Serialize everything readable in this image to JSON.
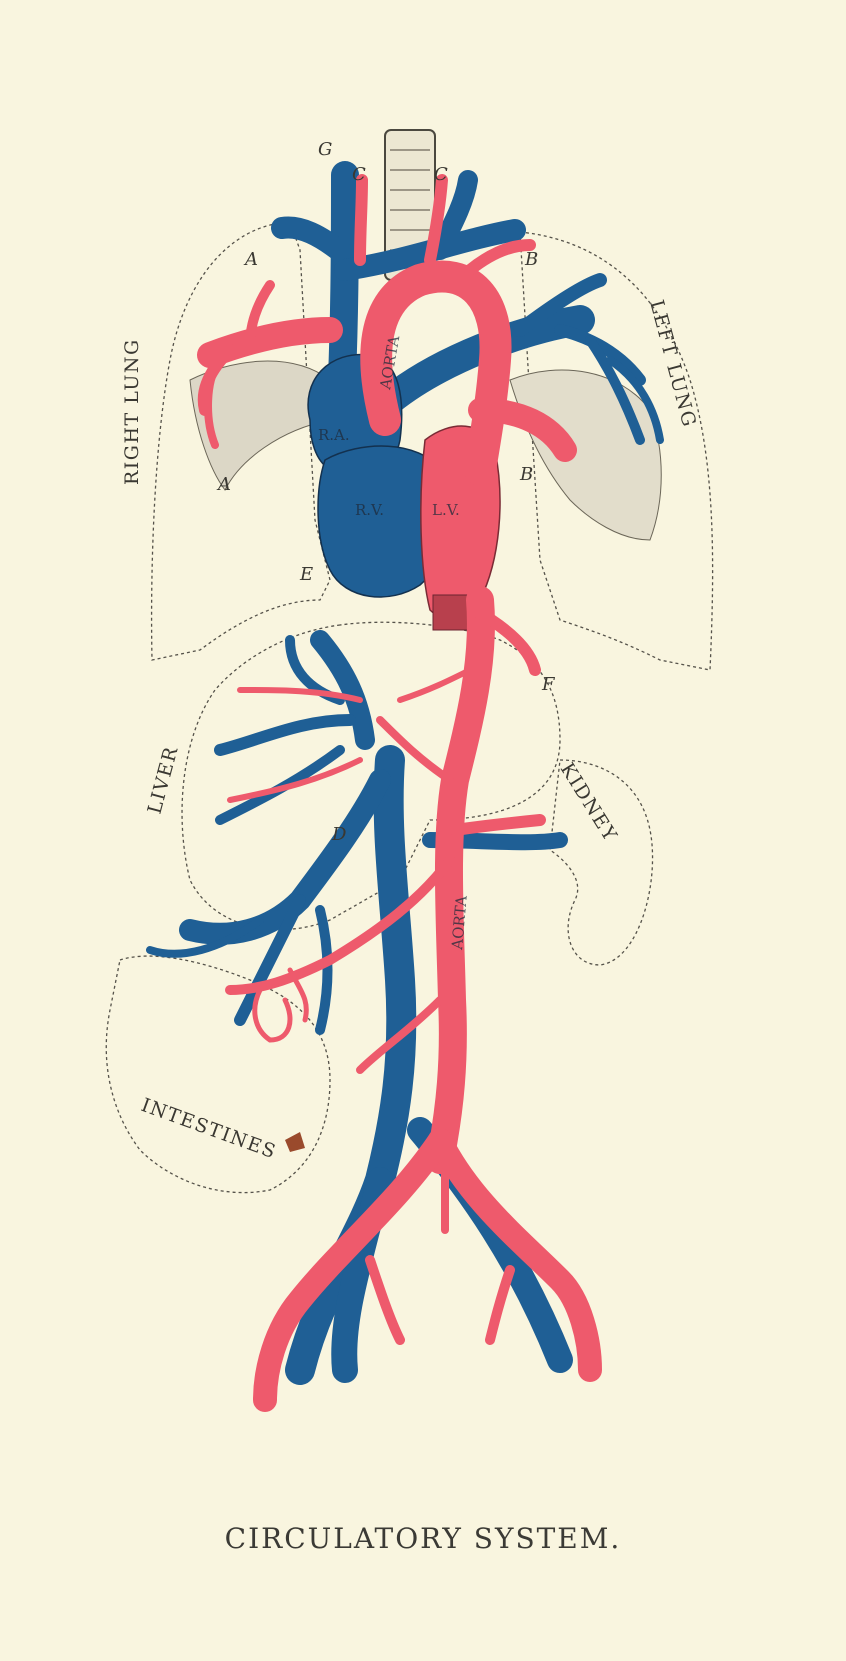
{
  "caption": "CIRCULATORY SYSTEM.",
  "organ_labels": {
    "right_lung": "RIGHT LUNG",
    "left_lung": "LEFT LUNG",
    "liver": "LIVER",
    "kidney": "KIDNEY",
    "intestines": "INTESTINES"
  },
  "vessel_labels": {
    "aorta_top": "AORTA",
    "aorta_bottom": "AORTA"
  },
  "chamber_labels": {
    "right_atrium": "R.A.",
    "right_ventricle": "R.V.",
    "left_ventricle": "L.V."
  },
  "letter_labels": {
    "g": "G",
    "c_left": "C",
    "c_right": "C",
    "a_top": "A",
    "a_bottom": "A",
    "b_top": "B",
    "b_bottom": "B",
    "e": "E",
    "f": "F",
    "d": "D"
  },
  "colors": {
    "paper": "#f9f5df",
    "artery_red": "#ee5a6c",
    "vein_blue": "#1f5f95",
    "outline": "#55524a"
  }
}
